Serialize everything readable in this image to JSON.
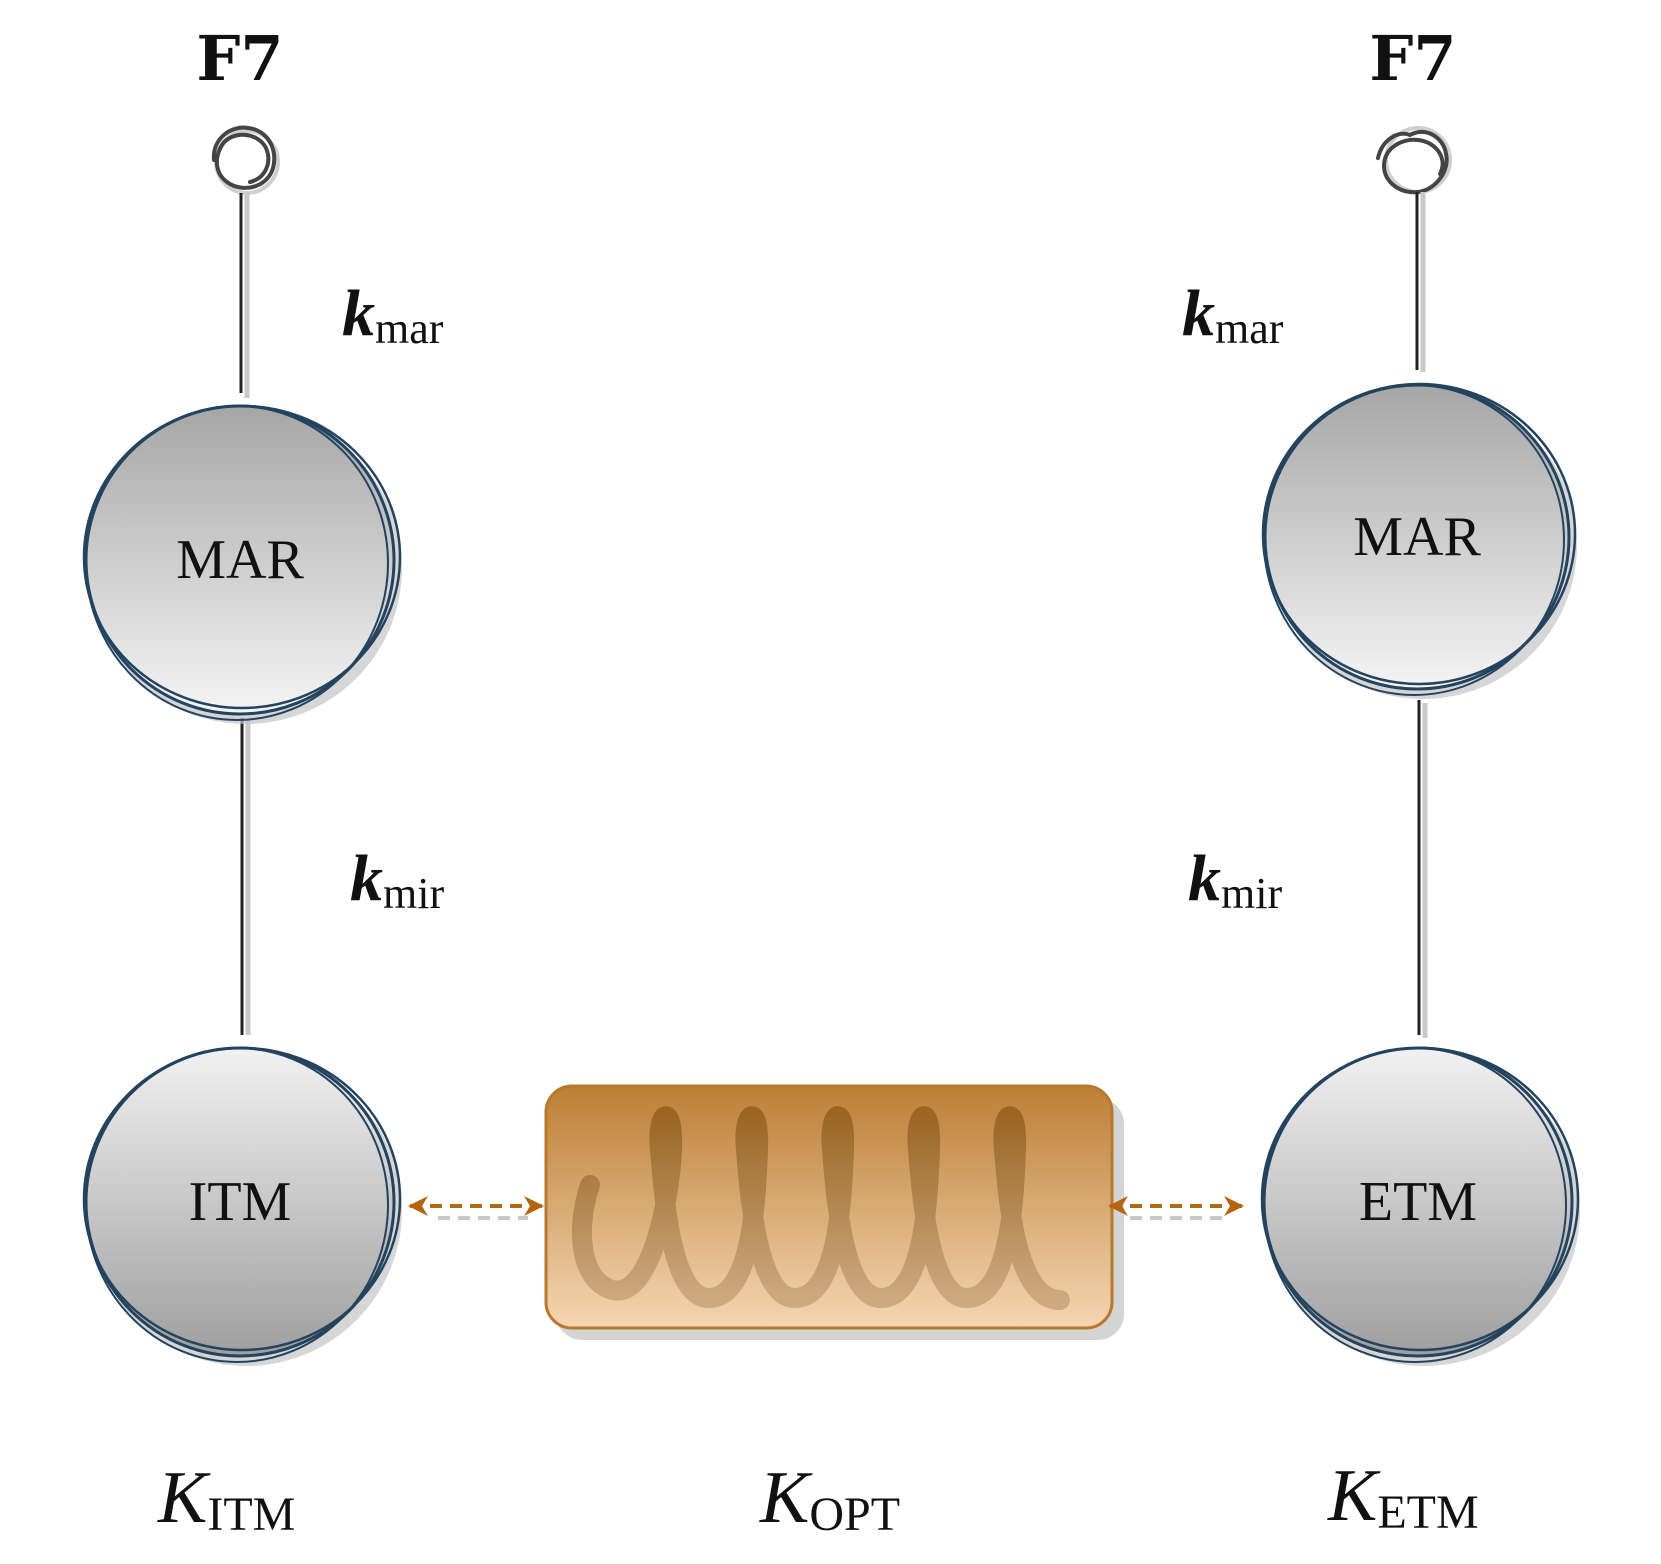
{
  "anchors": {
    "left_label": "F7",
    "right_label": "F7"
  },
  "nodes": {
    "left_mar": "MAR",
    "right_mar": "MAR",
    "itm": "ITM",
    "etm": "ETM"
  },
  "springs": {
    "left_mar": {
      "main": "k",
      "sub": "mar"
    },
    "right_mar": {
      "main": "k",
      "sub": "mar"
    },
    "left_mir": {
      "main": "k",
      "sub": "mir"
    },
    "right_mir": {
      "main": "k",
      "sub": "mir"
    }
  },
  "bottom_labels": {
    "itm": {
      "main": "K",
      "sub": "ITM"
    },
    "opt": {
      "main": "K",
      "sub": "OPT"
    },
    "etm": {
      "main": "K",
      "sub": "ETM"
    }
  },
  "colors": {
    "node_stroke": "#23435f",
    "arrow": "#b5650f",
    "box_top": "#bd7f35",
    "box_bottom": "#f2d3ad",
    "box_stroke": "#b9782c"
  },
  "icons": {
    "anchor": "circle-anchor-icon",
    "spring": "coil-spring-icon"
  }
}
